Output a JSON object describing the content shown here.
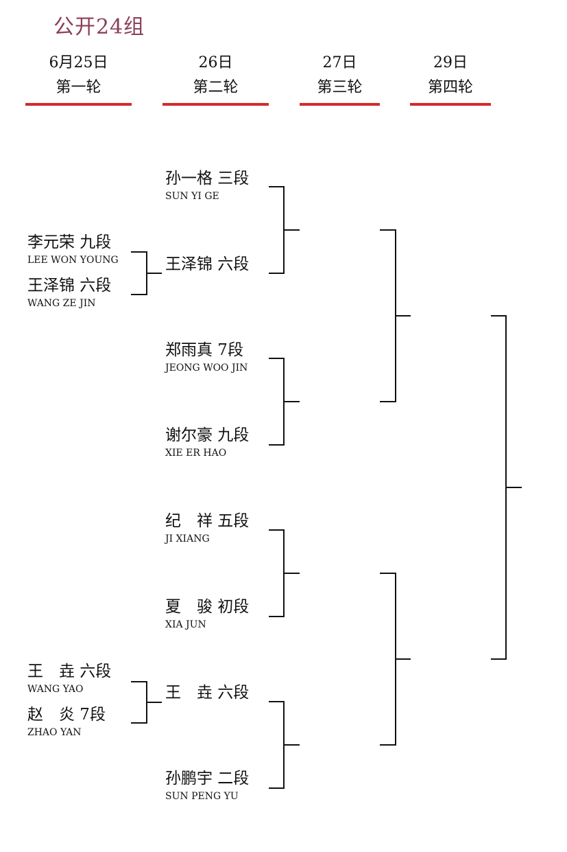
{
  "title": "公开24组",
  "rounds": [
    {
      "date": "6月25日",
      "name": "第一轮"
    },
    {
      "date": "26日",
      "name": "第二轮"
    },
    {
      "date": "27日",
      "name": "第三轮"
    },
    {
      "date": "29日",
      "name": "第四轮"
    }
  ],
  "round1": [
    {
      "cn": "李元荣 九段",
      "en": "LEE WON YOUNG"
    },
    {
      "cn": "王泽锦 六段",
      "en": "WANG ZE JIN"
    },
    {
      "cn": "王　垚 六段",
      "en": "WANG YAO"
    },
    {
      "cn": "赵　炎 7段",
      "en": "ZHAO YAN"
    }
  ],
  "round2": [
    {
      "cn": "孙一格 三段",
      "en": "SUN YI GE"
    },
    {
      "cn": "王泽锦 六段",
      "en": ""
    },
    {
      "cn": "郑雨真 7段",
      "en": "JEONG WOO JIN"
    },
    {
      "cn": "谢尔豪 九段",
      "en": "XIE ER HAO"
    },
    {
      "cn": "纪　祥 五段",
      "en": "JI XIANG"
    },
    {
      "cn": "夏　骏 初段",
      "en": "XIA JUN"
    },
    {
      "cn": "王　垚 六段",
      "en": ""
    },
    {
      "cn": "孙鹏宇 二段",
      "en": "SUN PENG YU"
    }
  ],
  "colors": {
    "title": "#8b3f5a",
    "round_bar": "#d42a2a",
    "line": "#111111"
  }
}
